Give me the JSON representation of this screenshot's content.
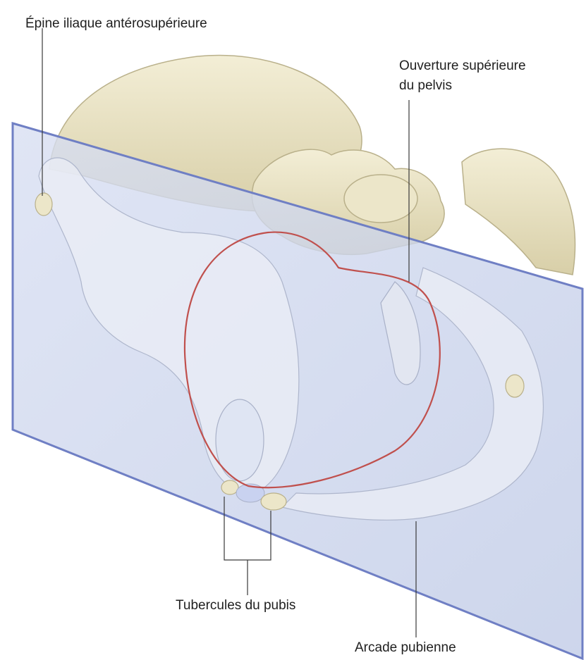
{
  "labels": {
    "asis": "Épine iliaque antérosupérieure",
    "inlet_line1": "Ouverture supérieure",
    "inlet_line2": "du pelvis",
    "pubic_tubercles": "Tubercules du pubis",
    "pubic_arch": "Arcade pubienne"
  },
  "colors": {
    "bone": "#ece6c9",
    "bone_shadow": "#cfc6a0",
    "plane_fill": "#c9d4ec",
    "plane_edge": "#6f7fc4",
    "inlet_outline": "#c0504d",
    "leader_line": "#3a3a3a"
  }
}
